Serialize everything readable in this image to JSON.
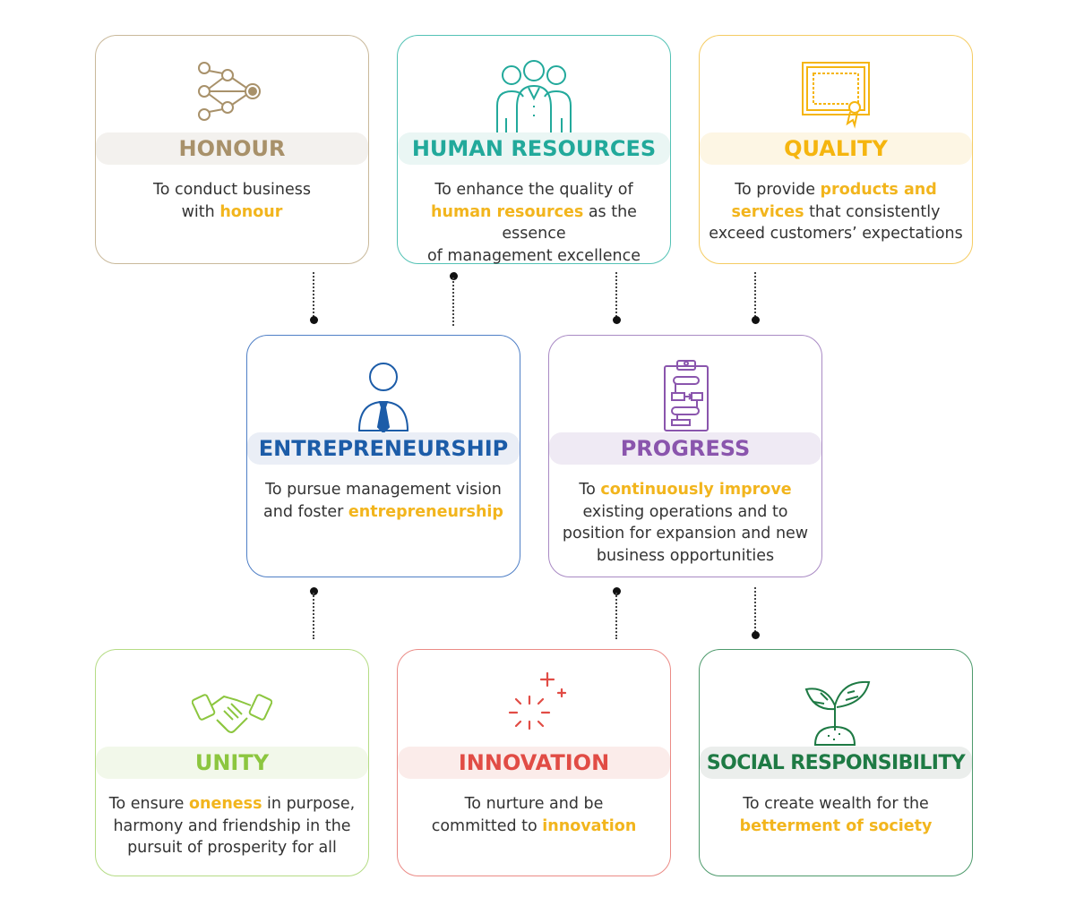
{
  "values": [
    {
      "id": "honour",
      "title": "HONOUR",
      "icon": "network-nodes-icon",
      "color": "#a8916a",
      "band": "#f3f1ee",
      "border": "#c9b99b",
      "desc": [
        {
          "t": "To conduct business",
          "hl": false
        },
        {
          "t": "\n",
          "hl": false
        },
        {
          "t": "with ",
          "hl": false
        },
        {
          "t": "honour",
          "hl": true
        }
      ]
    },
    {
      "id": "human-resources",
      "title": "HUMAN RESOURCES",
      "icon": "people-group-icon",
      "color": "#22a99b",
      "band": "#eaf6f4",
      "border": "#53c2b5",
      "desc": [
        {
          "t": "To enhance the quality of",
          "hl": false
        },
        {
          "t": "\n",
          "hl": false
        },
        {
          "t": "human resources",
          "hl": true
        },
        {
          "t": " as the essence",
          "hl": false
        },
        {
          "t": "\n",
          "hl": false
        },
        {
          "t": "of management excellence",
          "hl": false
        }
      ]
    },
    {
      "id": "quality",
      "title": "QUALITY",
      "icon": "certificate-icon",
      "color": "#f5b50f",
      "band": "#fdf6e4",
      "border": "#f5cc63",
      "desc": [
        {
          "t": "To provide ",
          "hl": false
        },
        {
          "t": "products and",
          "hl": true
        },
        {
          "t": "\n",
          "hl": false
        },
        {
          "t": "services",
          "hl": true
        },
        {
          "t": " that consistently",
          "hl": false
        },
        {
          "t": "\n",
          "hl": false
        },
        {
          "t": "exceed customers’ expectations",
          "hl": false
        }
      ]
    },
    {
      "id": "entrepreneurship",
      "title": "ENTREPRENEURSHIP",
      "icon": "businessman-icon",
      "color": "#1c5ca8",
      "band": "#eaeef6",
      "border": "#4f7fc6",
      "desc": [
        {
          "t": "To pursue management vision",
          "hl": false
        },
        {
          "t": "\n",
          "hl": false
        },
        {
          "t": "and foster ",
          "hl": false
        },
        {
          "t": "entrepreneurship",
          "hl": true
        }
      ]
    },
    {
      "id": "progress",
      "title": "PROGRESS",
      "icon": "clipboard-flowchart-icon",
      "color": "#8a55ad",
      "band": "#efeaf4",
      "border": "#a98ac4",
      "desc": [
        {
          "t": "To ",
          "hl": false
        },
        {
          "t": "continuously improve",
          "hl": true
        },
        {
          "t": "\n",
          "hl": false
        },
        {
          "t": "existing operations and to",
          "hl": false
        },
        {
          "t": "\n",
          "hl": false
        },
        {
          "t": "position for expansion and new",
          "hl": false
        },
        {
          "t": "\n",
          "hl": false
        },
        {
          "t": "business opportunities",
          "hl": false
        }
      ]
    },
    {
      "id": "unity",
      "title": "UNITY",
      "icon": "handshake-icon",
      "color": "#8cc63f",
      "band": "#f2f8ea",
      "border": "#b5dc85",
      "desc": [
        {
          "t": "To ensure ",
          "hl": false
        },
        {
          "t": "oneness",
          "hl": true
        },
        {
          "t": " in purpose,",
          "hl": false
        },
        {
          "t": "\n",
          "hl": false
        },
        {
          "t": "harmony and friendship in the",
          "hl": false
        },
        {
          "t": "\n",
          "hl": false
        },
        {
          "t": "pursuit of prosperity for all",
          "hl": false
        }
      ]
    },
    {
      "id": "innovation",
      "title": "INNOVATION",
      "icon": "sparkle-burst-icon",
      "color": "#e14c45",
      "band": "#fbecea",
      "border": "#eb8b86",
      "desc": [
        {
          "t": "To nurture and be",
          "hl": false
        },
        {
          "t": "\n",
          "hl": false
        },
        {
          "t": "committed to ",
          "hl": false
        },
        {
          "t": "innovation",
          "hl": true
        }
      ]
    },
    {
      "id": "social-responsibility",
      "title": "SOCIAL RESPONSIBILITY",
      "icon": "seedling-icon",
      "color": "#1e7a44",
      "band": "#ebeeec",
      "border": "#4d9a6c",
      "desc": [
        {
          "t": "To create wealth for the",
          "hl": false
        },
        {
          "t": "\n",
          "hl": false
        },
        {
          "t": "betterment of society",
          "hl": true
        }
      ]
    }
  ]
}
